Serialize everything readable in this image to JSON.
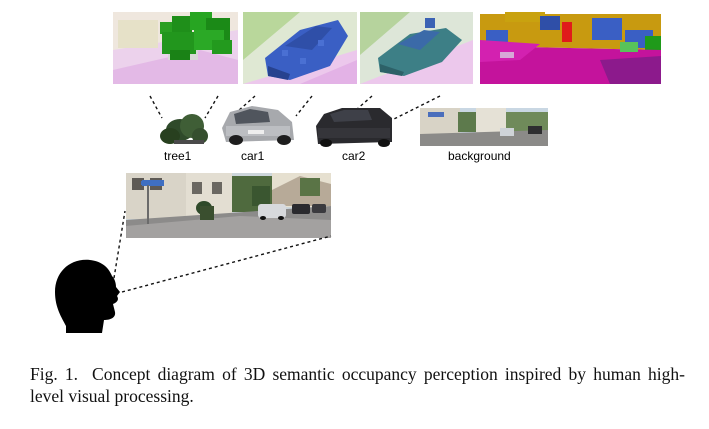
{
  "figure": {
    "labels": {
      "tree1": "tree1",
      "car1": "car1",
      "car2": "car2",
      "background": "background"
    },
    "colors": {
      "tree_green": "#1f9a1a",
      "car_blue": "#3a5fc4",
      "car_teal": "#3d7f86",
      "road_magenta": "#c4139c",
      "building_gold": "#c89a10",
      "ground_pink": "#e8b8e8"
    },
    "icons": [
      "human-head-silhouette-icon"
    ]
  },
  "caption": {
    "number": "Fig. 1.",
    "text": "Concept diagram of 3D semantic occupancy perception inspired by human high-level visual processing."
  }
}
